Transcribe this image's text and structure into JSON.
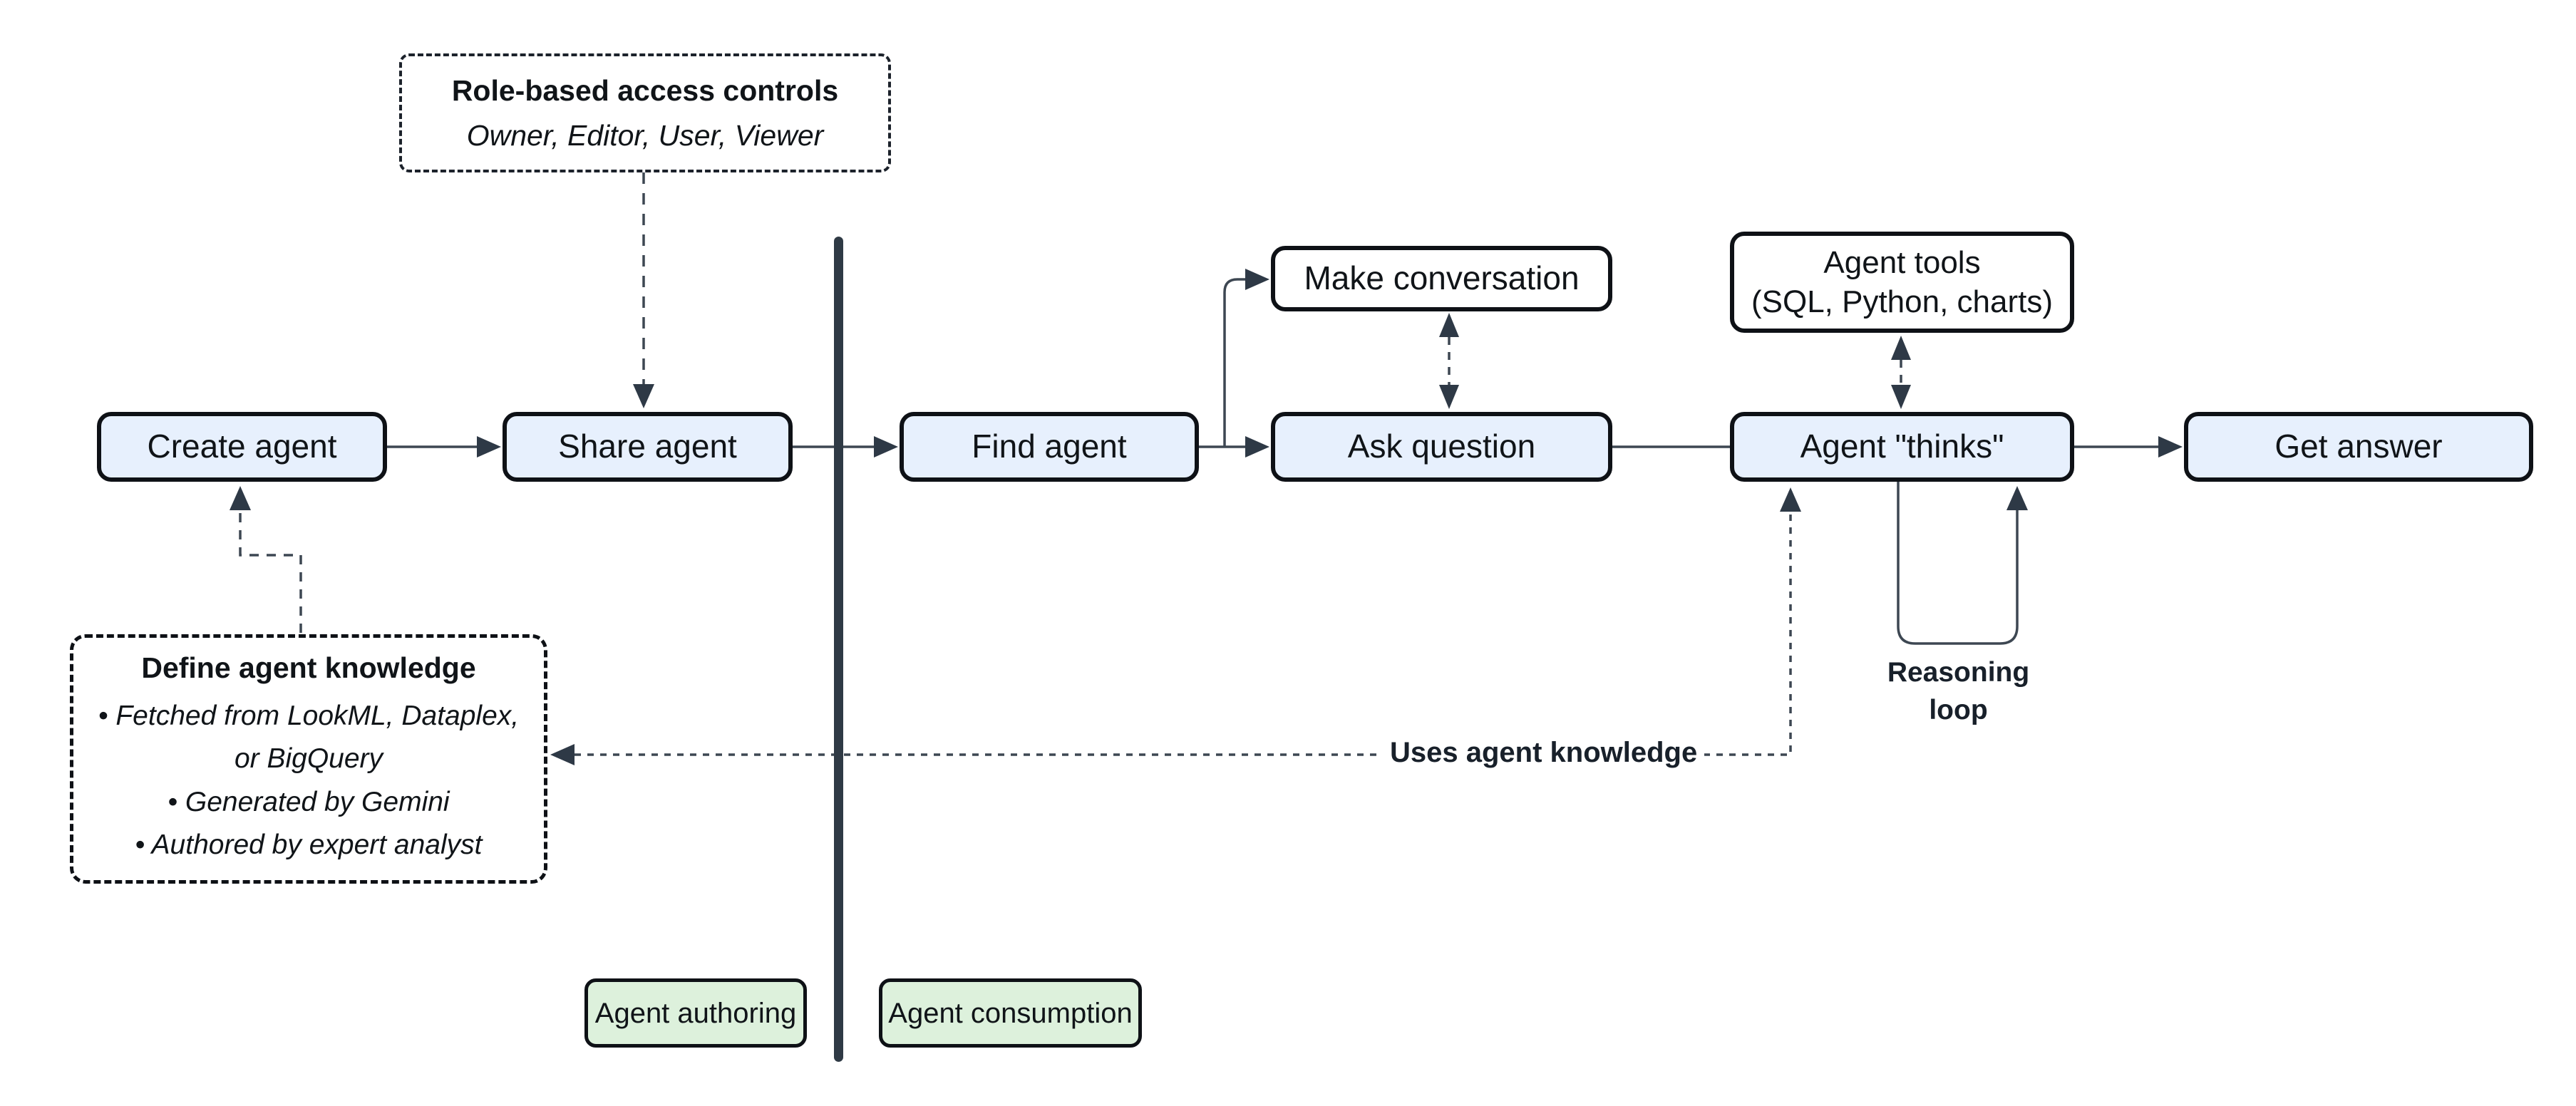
{
  "diagram": {
    "background": "#ffffff",
    "colors": {
      "node_fill_blue": "#e7f0fd",
      "node_fill_white": "#ffffff",
      "node_fill_green": "#ddf1dc",
      "node_border": "#0e1116",
      "connector_line": "#3d4752",
      "arrowhead": "#2e3946",
      "divider": "#2f3a45",
      "text": "#101418"
    },
    "nodes": {
      "create_agent": "Create agent",
      "share_agent": "Share agent",
      "find_agent": "Find agent",
      "make_conversation": "Make conversation",
      "ask_question": "Ask question",
      "agent_tools_line1": "Agent tools",
      "agent_tools_line2": "(SQL, Python, charts)",
      "agent_thinks": "Agent \"thinks\"",
      "get_answer": "Get answer"
    },
    "notes": {
      "rbac": {
        "title": "Role-based access controls",
        "subtitle": "Owner, Editor, User, Viewer"
      },
      "knowledge": {
        "title": "Define agent knowledge",
        "bullets": [
          "• Fetched from LookML, Dataplex,",
          "or BigQuery",
          "• Generated by Gemini",
          "• Authored by expert analyst"
        ]
      }
    },
    "labels": {
      "reasoning_loop_line1": "Reasoning",
      "reasoning_loop_line2": "loop",
      "uses_agent_knowledge": "Uses agent knowledge",
      "agent_authoring": "Agent authoring",
      "agent_consumption": "Agent consumption"
    }
  }
}
